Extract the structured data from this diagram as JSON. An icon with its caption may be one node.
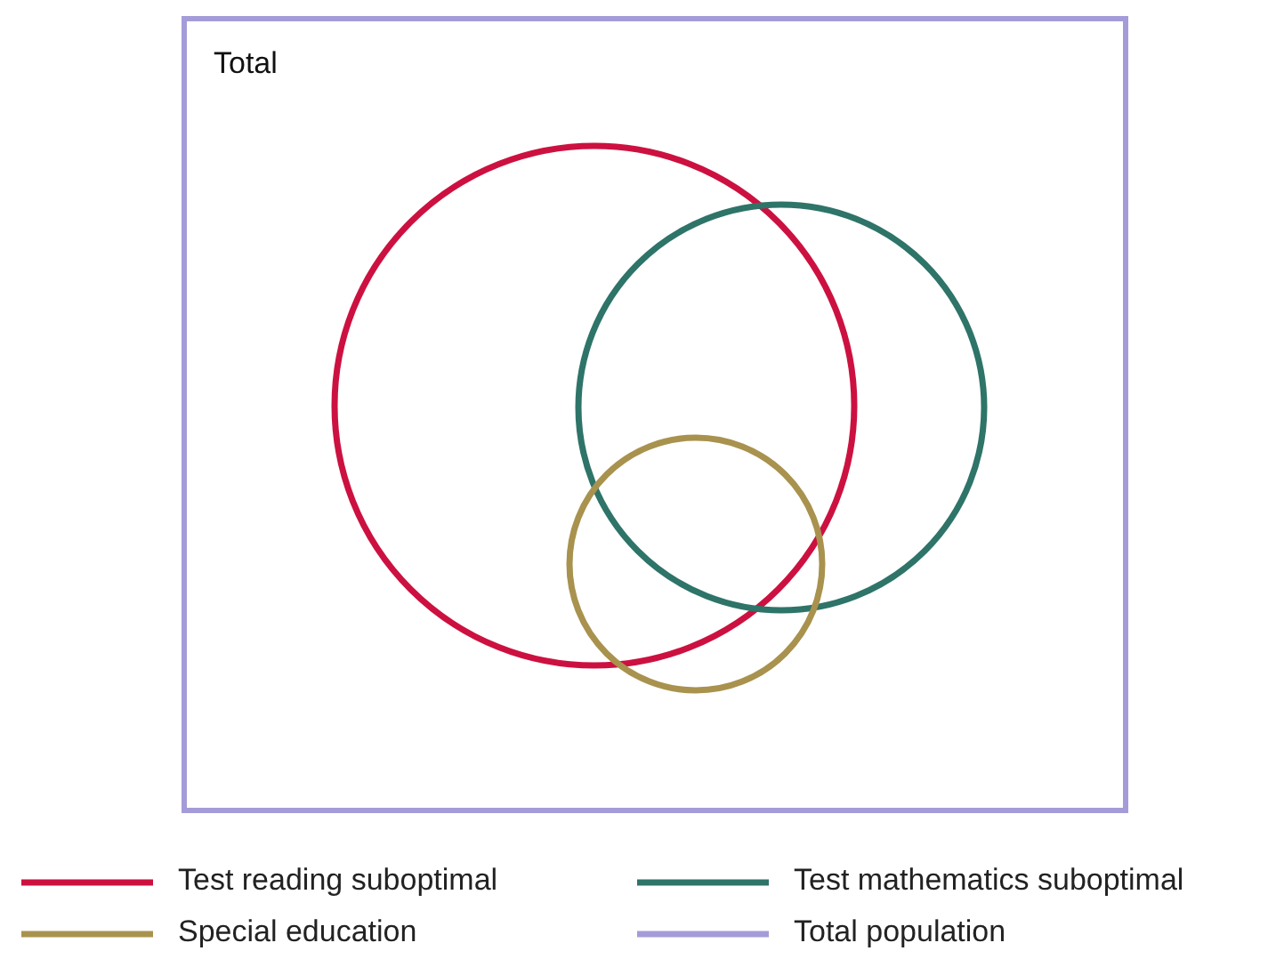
{
  "diagram": {
    "nodes": [
      {
        "text": [
          "Total"
        ]
      },
      {
        "text": [],
        "shape": "circle",
        "in": 0
      },
      {
        "text": [],
        "shape": "circle",
        "in": 0
      },
      {
        "text": [],
        "shape": "circle",
        "in": 0
      }
    ],
    "edges": [],
    "legend": [
      {
        "text": "Test reading suboptimal"
      },
      {
        "text": "Test mathematics suboptimal"
      },
      {
        "text": "Special education"
      },
      {
        "text": "Total population"
      }
    ]
  }
}
